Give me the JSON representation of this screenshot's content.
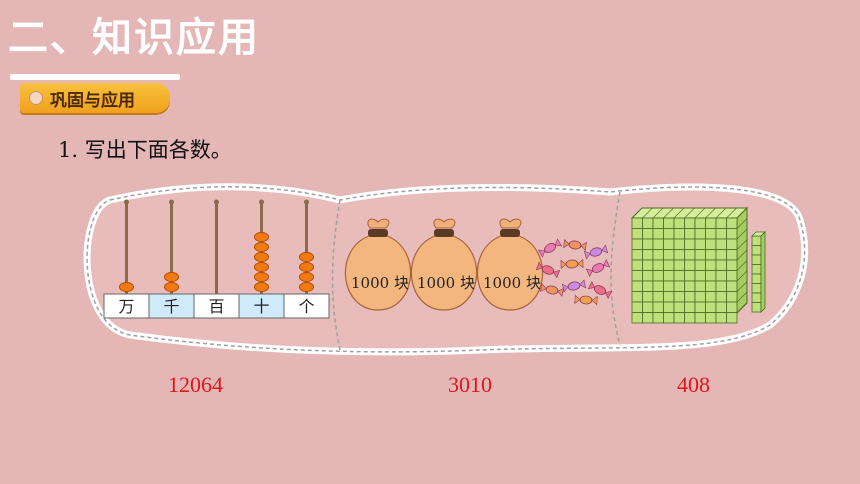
{
  "header": {
    "title": "二、知识应用"
  },
  "section": {
    "label": "巩固与应用"
  },
  "question": {
    "text": "1. 写出下面各数。"
  },
  "abacus": {
    "places": [
      "万",
      "千",
      "百",
      "十",
      "个"
    ],
    "beads": [
      1,
      2,
      0,
      6,
      4
    ],
    "bead_color": "#f07a12"
  },
  "money": {
    "bag_label": "1000 块",
    "bag_count": 3,
    "candy_count": 10
  },
  "blocks": {
    "cube_count": 400,
    "rod_count": 1,
    "block_color": "#bfe07a"
  },
  "answers": [
    "12064",
    "3010",
    "408"
  ]
}
